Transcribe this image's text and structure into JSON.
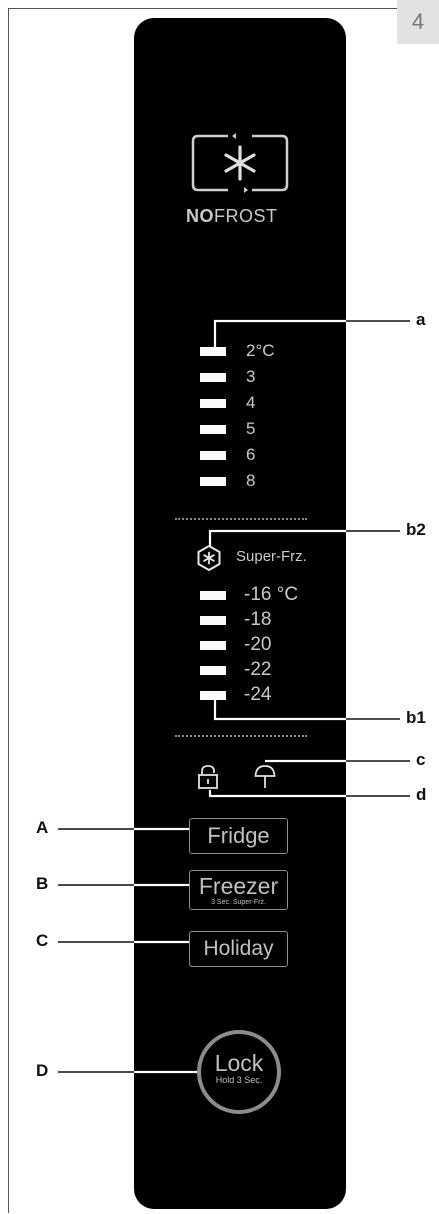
{
  "page_number": "4",
  "logo": {
    "brand_bold": "NO",
    "brand_rest": "FROST"
  },
  "fridge_temps": [
    "2°C",
    "3",
    "4",
    "5",
    "6",
    "8"
  ],
  "super_freeze_label": "Super-Frz.",
  "freezer_temps": [
    "-16 °C",
    "-18",
    "-20",
    "-22",
    "-24"
  ],
  "buttons": {
    "fridge": "Fridge",
    "freezer": "Freezer",
    "freezer_sub": "3 Sec. Super-Frz.",
    "holiday": "Holiday",
    "lock": "Lock",
    "lock_sub": "Hold 3 Sec."
  },
  "callouts": {
    "a": "a",
    "b2": "b2",
    "b1": "b1",
    "c": "c",
    "d": "d",
    "A": "A",
    "B": "B",
    "C": "C",
    "D": "D"
  },
  "colors": {
    "panel": "#000000",
    "indicator": "#fafafa",
    "panel_text": "#c8c8c8",
    "button_border": "#8c8c8c"
  }
}
